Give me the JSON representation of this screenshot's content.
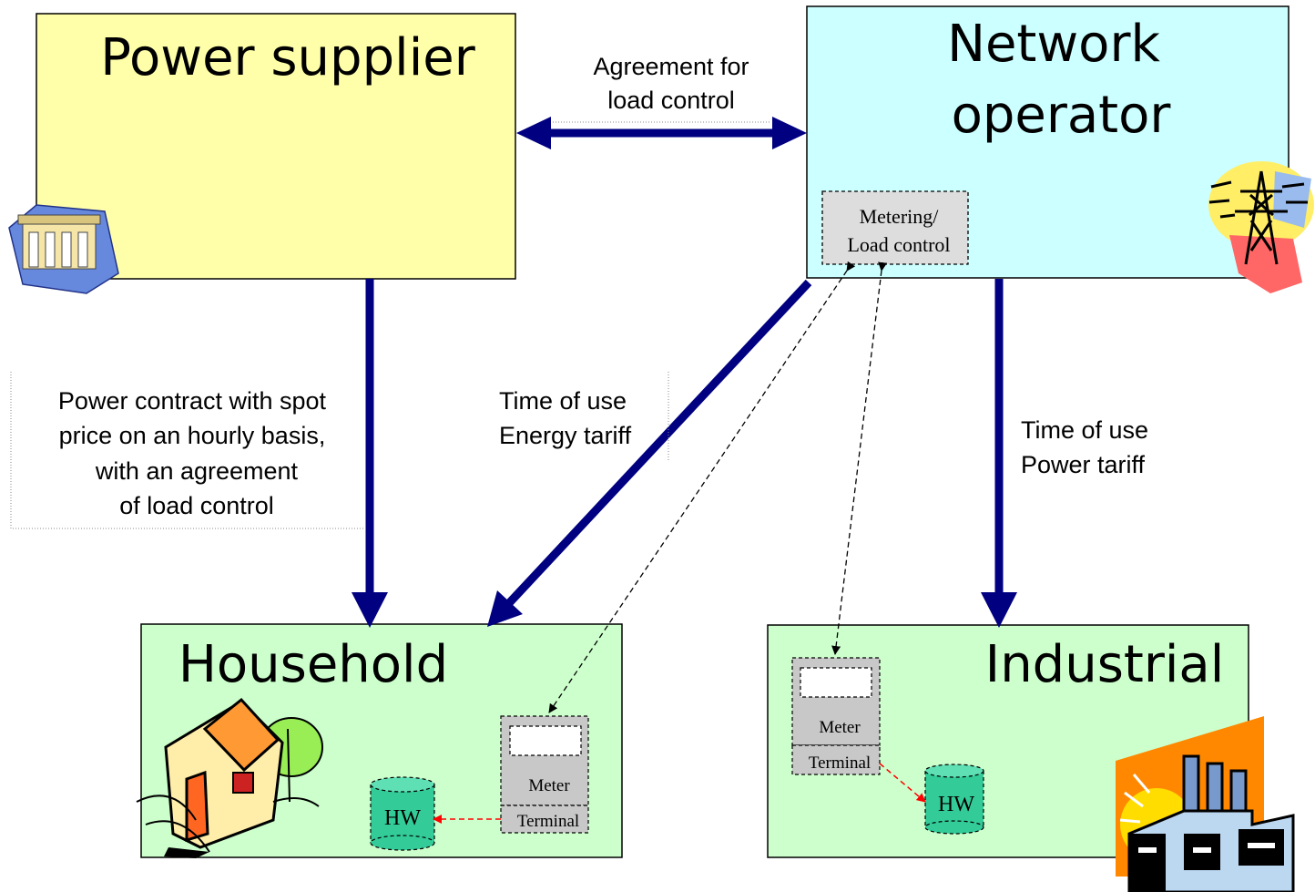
{
  "boxes": {
    "power_supplier": {
      "title": "Power supplier",
      "fill": "#ffffaa"
    },
    "network_operator": {
      "title_line1": "Network",
      "title_line2": "operator",
      "fill": "#ccffff"
    },
    "household": {
      "title": "Household",
      "fill": "#ccffcc"
    },
    "industrial": {
      "title": "Industrial",
      "fill": "#ccffcc"
    }
  },
  "metering": {
    "line1": "Metering/",
    "line2": "Load control"
  },
  "labels": {
    "agreement_line1": "Agreement for",
    "agreement_line2": "load control",
    "contract_line1": "Power contract with spot",
    "contract_line2": "price on an hourly basis,",
    "contract_line3": "with an agreement",
    "contract_line4": "of load control",
    "energy_tariff_line1": "Time of use",
    "energy_tariff_line2": "Energy tariff",
    "power_tariff_line1": "Time of use",
    "power_tariff_line2": "Power tariff"
  },
  "household_devices": {
    "meter": "Meter",
    "terminal": "Terminal",
    "hw": "HW"
  },
  "industrial_devices": {
    "meter": "Meter",
    "terminal": "Terminal",
    "hw": "HW"
  },
  "colors": {
    "arrow": "#000080",
    "signal": "#ff0000",
    "tank": "#33cc99",
    "device": "#c8c8c8"
  },
  "icons": [
    "power-plant-icon",
    "pylon-icon",
    "house-icon",
    "factory-icon"
  ]
}
